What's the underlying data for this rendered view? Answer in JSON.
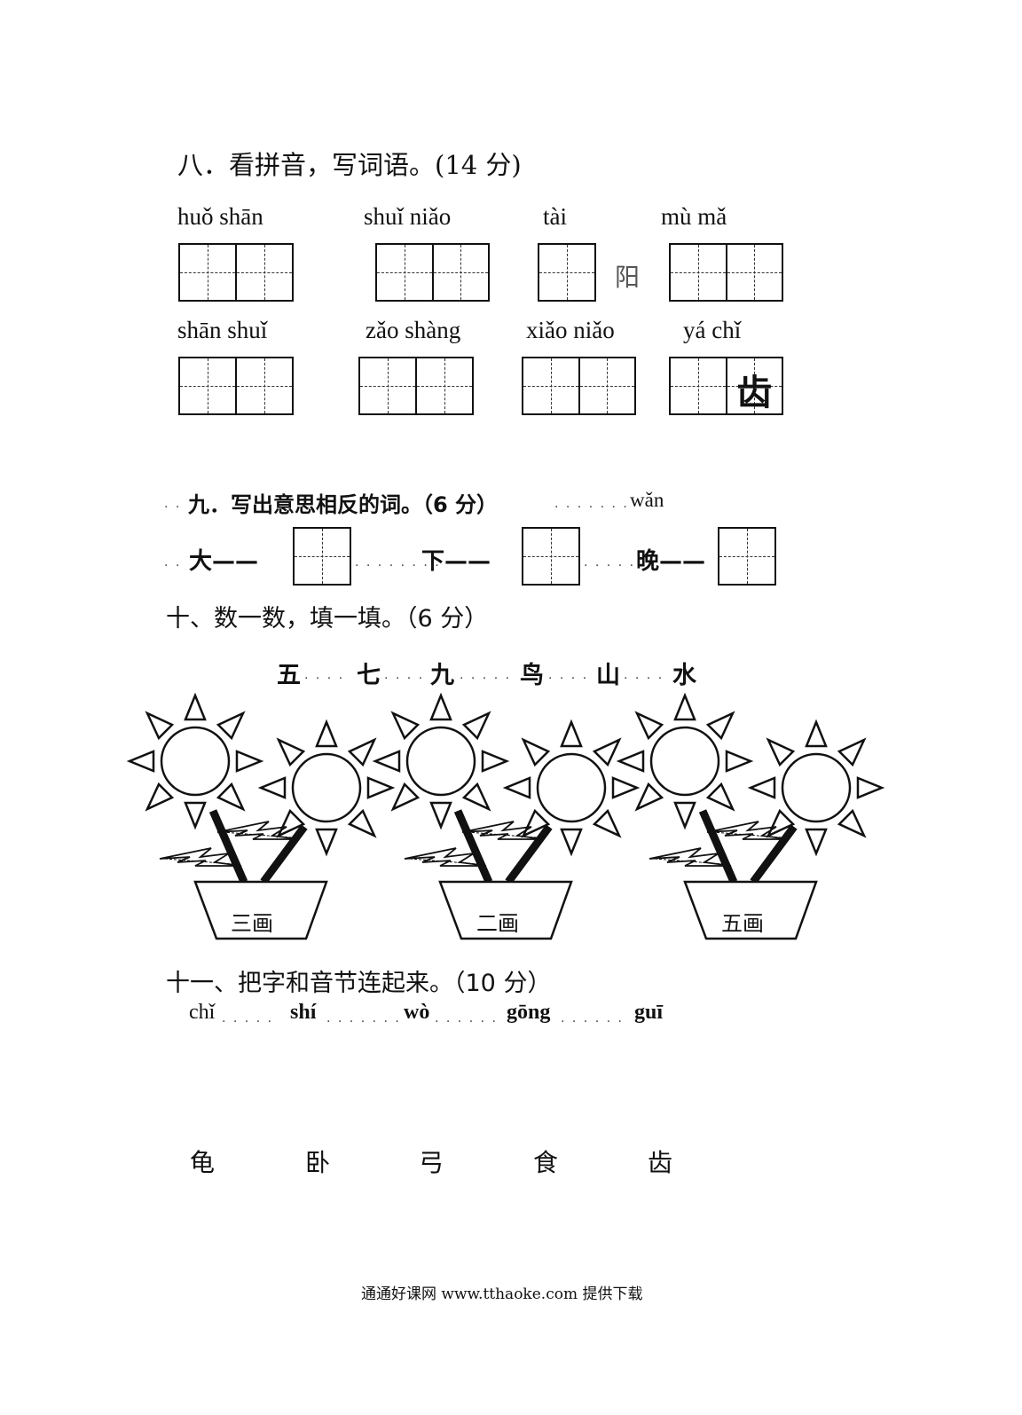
{
  "section8": {
    "title": "八．看拼音，写词语。(14 分)",
    "row1": [
      {
        "pinyin": "huǒ   shān"
      },
      {
        "pinyin": "shuǐ  niǎo"
      },
      {
        "pinyin": "tài",
        "after": "阳"
      },
      {
        "pinyin": "mù   mǎ"
      }
    ],
    "row2": [
      {
        "pinyin": "shān    shuǐ"
      },
      {
        "pinyin": "zǎo shàng"
      },
      {
        "pinyin": "xiǎo     niǎo"
      },
      {
        "pinyin": "yá     chǐ",
        "given_char": "齿"
      }
    ]
  },
  "section9": {
    "title": "九．写出意思相反的词。（6 分）",
    "hint_pinyin": "wǎn",
    "pairs": [
      {
        "word": "大——"
      },
      {
        "word": "下——"
      },
      {
        "word": "晚——"
      }
    ]
  },
  "section10": {
    "title": "十、数一数，填一填。（6 分）",
    "chars": [
      "五",
      "七",
      "九",
      "鸟",
      "山",
      "水"
    ],
    "pots": [
      "三画",
      "二画",
      "五画"
    ]
  },
  "section11": {
    "title": "十一、把字和音节连起来。（10 分）",
    "syllables": [
      "chǐ",
      "shí",
      "wò",
      "gōng",
      "guī"
    ],
    "chars": [
      "龟",
      "卧",
      "弓",
      "食",
      "齿"
    ]
  },
  "footer": "通通好课网  www.tthaoke.com  提供下载"
}
